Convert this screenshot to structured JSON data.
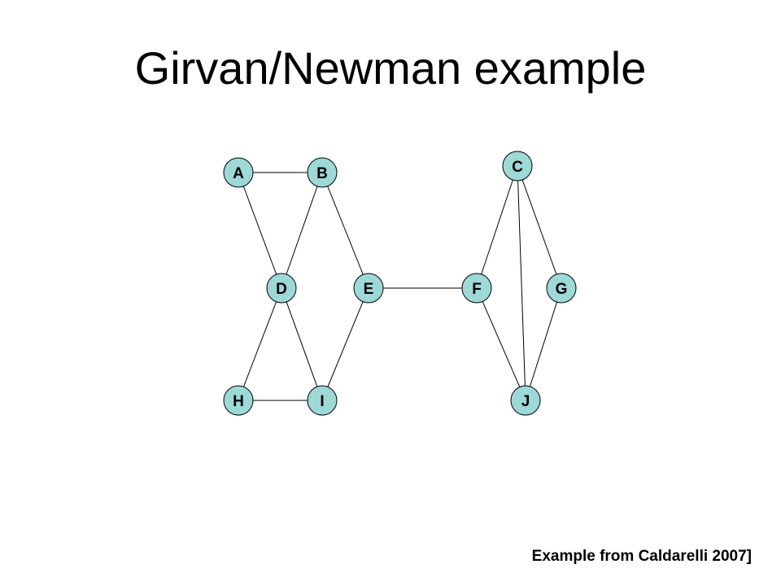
{
  "slide": {
    "title": "Girvan/Newman example",
    "caption": "Example from Caldarelli 2007]"
  },
  "graph": {
    "node_fill": "#9dd9d6",
    "nodes": [
      {
        "id": "A",
        "label": "A"
      },
      {
        "id": "B",
        "label": "B"
      },
      {
        "id": "C",
        "label": "C"
      },
      {
        "id": "D",
        "label": "D"
      },
      {
        "id": "E",
        "label": "E"
      },
      {
        "id": "F",
        "label": "F"
      },
      {
        "id": "G",
        "label": "G"
      },
      {
        "id": "H",
        "label": "H"
      },
      {
        "id": "I",
        "label": "I"
      },
      {
        "id": "J",
        "label": "J"
      }
    ],
    "edges": [
      [
        "A",
        "B"
      ],
      [
        "A",
        "D"
      ],
      [
        "B",
        "D"
      ],
      [
        "B",
        "E"
      ],
      [
        "D",
        "H"
      ],
      [
        "D",
        "I"
      ],
      [
        "E",
        "I"
      ],
      [
        "H",
        "I"
      ],
      [
        "E",
        "F"
      ],
      [
        "C",
        "F"
      ],
      [
        "C",
        "J"
      ],
      [
        "C",
        "G"
      ],
      [
        "F",
        "J"
      ],
      [
        "G",
        "J"
      ]
    ]
  }
}
